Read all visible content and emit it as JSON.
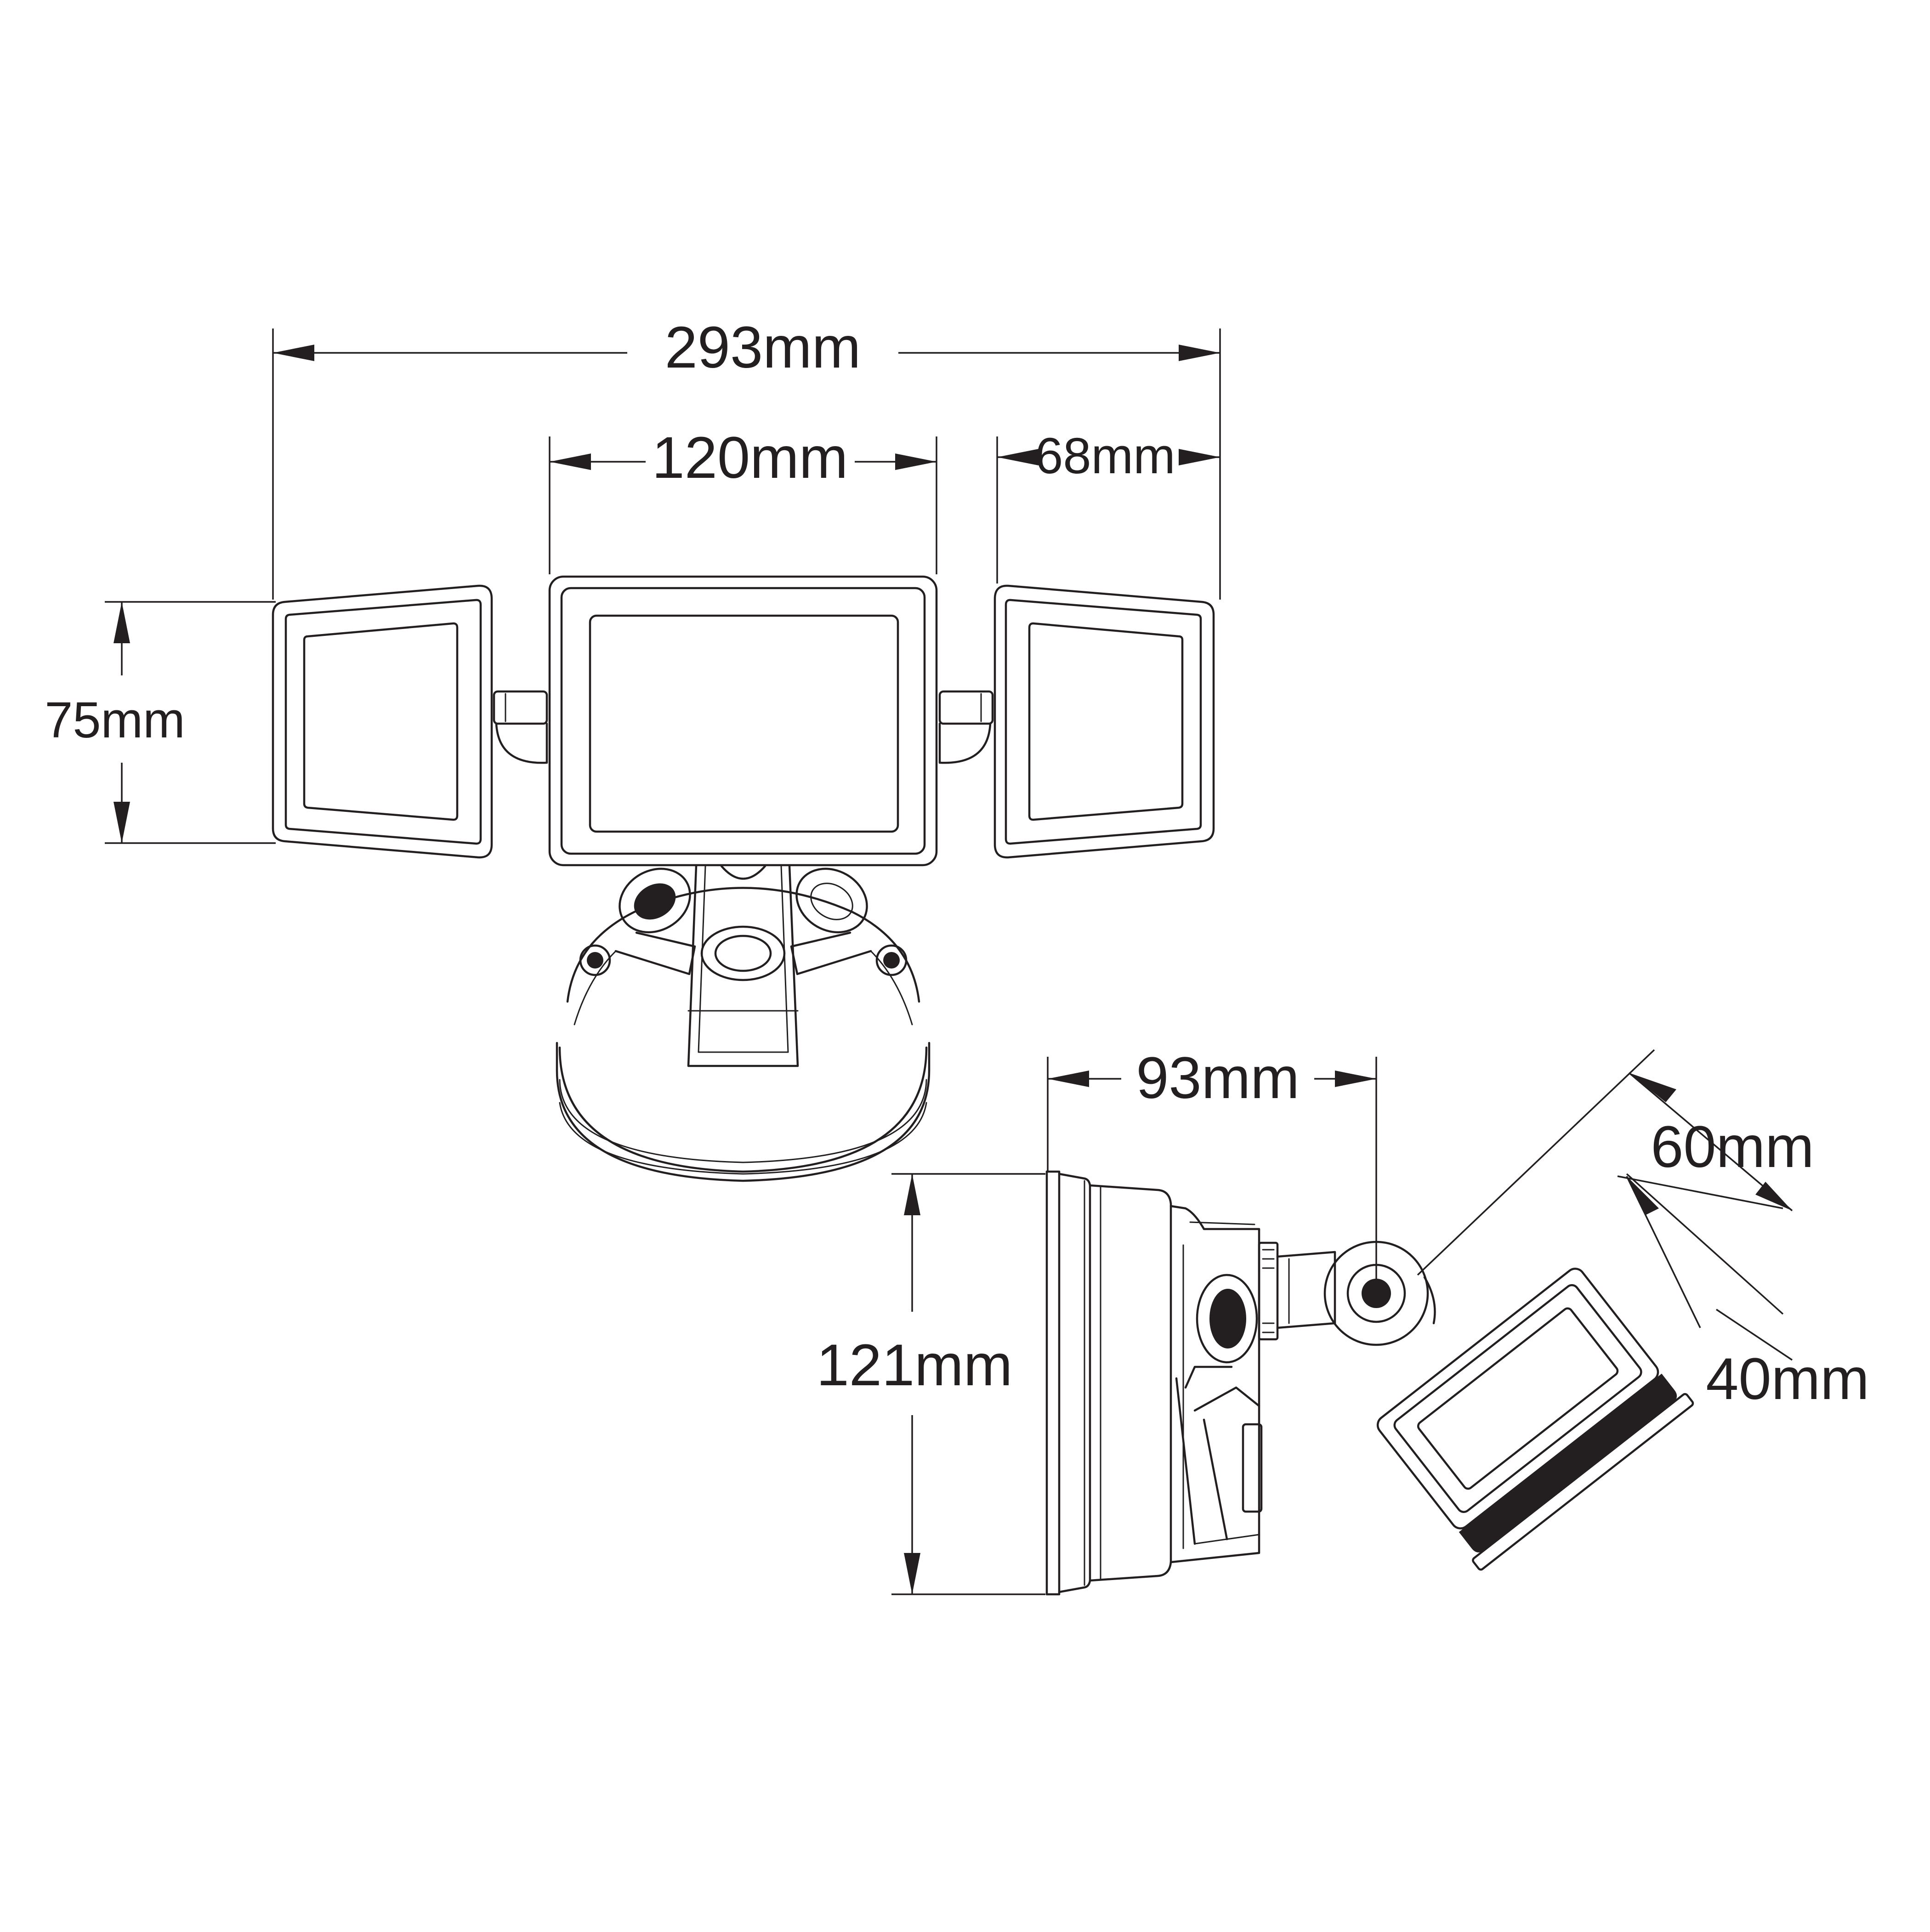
{
  "dimensions": {
    "overall_width": "293mm",
    "center_panel_width": "120mm",
    "side_panel_width": "68mm",
    "panel_height": "75mm",
    "side_depth": "93mm",
    "base_height": "121mm",
    "head_width": "60mm",
    "head_depth": "40mm"
  },
  "colors": {
    "line": "#231f20",
    "background": "#ffffff"
  }
}
